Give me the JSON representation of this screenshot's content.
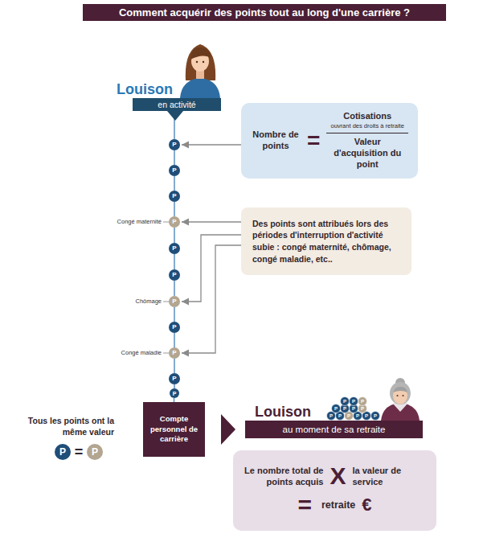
{
  "diagram": {
    "title": "Comment acquérir des points tout au long d'une carrière ?",
    "nodes": [
      {
        "text": [
          "Louison",
          "en activité"
        ]
      },
      {
        "text": [
          "Nombre de points",
          "=",
          "Cotisations",
          "ouvrant des droits à retraite",
          "Valeur d'acquisition du point"
        ]
      },
      {
        "text": [
          "P"
        ]
      },
      {
        "text": [
          "P"
        ]
      },
      {
        "text": [
          "P"
        ]
      },
      {
        "text": [
          "P"
        ]
      },
      {
        "text": [
          "Des points sont attribués lors des périodes d'interruption d'activité subie : congé maternité, chômage, congé maladie, etc.."
        ]
      },
      {
        "text": [
          "P"
        ]
      },
      {
        "text": [
          "P"
        ]
      },
      {
        "text": [
          "P"
        ]
      },
      {
        "text": [
          "P"
        ]
      },
      {
        "text": [
          "P"
        ]
      },
      {
        "text": [
          "P"
        ]
      },
      {
        "text": [
          "P"
        ]
      },
      {
        "text": [
          "Compte personnel de carrière"
        ]
      },
      {
        "text": [
          "Louison",
          "au moment de sa retraite"
        ]
      },
      {
        "text": [
          "P"
        ]
      },
      {
        "text": [
          "P"
        ]
      },
      {
        "text": [
          "Le nombre total de points acquis",
          "X",
          "la valeur de service",
          "=",
          "retraite",
          "€"
        ]
      }
    ],
    "edges": [
      {
        "from": 0,
        "to": 2,
        "arrow": "none"
      },
      {
        "from": 2,
        "to": 3,
        "arrow": "none"
      },
      {
        "from": 3,
        "to": 4,
        "arrow": "none"
      },
      {
        "from": 4,
        "to": 5,
        "arrow": "none"
      },
      {
        "from": 5,
        "to": 7,
        "arrow": "none"
      },
      {
        "from": 7,
        "to": 8,
        "arrow": "none"
      },
      {
        "from": 8,
        "to": 9,
        "arrow": "none"
      },
      {
        "from": 9,
        "to": 10,
        "arrow": "none"
      },
      {
        "from": 10,
        "to": 11,
        "arrow": "none"
      },
      {
        "from": 11,
        "to": 12,
        "arrow": "none"
      },
      {
        "from": 12,
        "to": 13,
        "arrow": "none"
      },
      {
        "from": 13,
        "to": 14,
        "arrow": "none"
      },
      {
        "from": 1,
        "to": 2,
        "arrow": "to"
      },
      {
        "from": 6,
        "to": 5,
        "arrow": "to"
      },
      {
        "from": 6,
        "to": 9,
        "arrow": "to"
      },
      {
        "from": 6,
        "to": 11,
        "arrow": "to"
      },
      {
        "from": 14,
        "to": 15,
        "arrow": "to"
      }
    ],
    "labels": [
      "Congé maternité",
      "Chômage",
      "Congé maladie",
      "Tous les points ont la même valeur",
      "=",
      "P",
      "P",
      "P",
      "P",
      "P",
      "P",
      "P",
      "P",
      "P",
      "P",
      "P",
      "P",
      "P"
    ]
  }
}
